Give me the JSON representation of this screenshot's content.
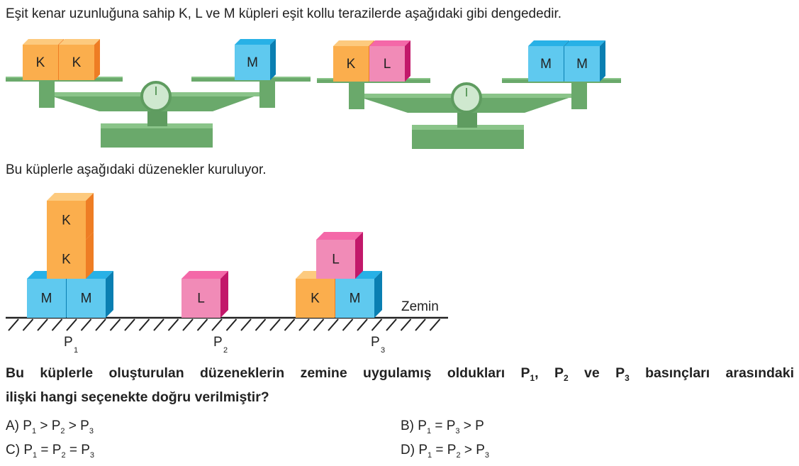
{
  "intro_text": "Eşit kenar uzunluğuna sahip K, L ve M küpleri eşit kollu terazilerde aşağıdaki gibi dengededir.",
  "setup_text": "Bu küplerle aşağıdaki düzenekler kuruluyor.",
  "colors": {
    "K": {
      "front": "#fbae4d",
      "top": "#fdca7e",
      "side": "#ee7d24"
    },
    "L": {
      "front": "#f18bb7",
      "top": "#f468a8",
      "side": "#c2186a"
    },
    "M": {
      "front": "#5fc9ef",
      "top": "#28b1e6",
      "side": "#0a7fb2"
    },
    "scale": "#6aa96b",
    "scale_light": "#8ac489"
  },
  "cube_letters": {
    "K": "K",
    "L": "L",
    "M": "M"
  },
  "scale1": {
    "left": [
      "K",
      "K"
    ],
    "right": [
      "M"
    ]
  },
  "scale2": {
    "left": [
      "K",
      "L"
    ],
    "right": [
      "M",
      "M"
    ]
  },
  "ground_label": "Zemin",
  "points": [
    {
      "main": "P",
      "sub": "1"
    },
    {
      "main": "P",
      "sub": "2"
    },
    {
      "main": "P",
      "sub": "3"
    }
  ],
  "question": {
    "p1": "Bu küplerle oluşturulan düzeneklerin zemine uygulamış oldukları P",
    "s1": "1",
    "p2": ", P",
    "s2": "2",
    "p3": " ve P",
    "s3": "3",
    "p4": " basınçları arasındaki",
    "line2": "ilişki hangi seçenekte doğru verilmiştir?"
  },
  "options": {
    "A": {
      "letter": "A)",
      "a": " P",
      "sa": "1",
      "b": " > P",
      "sb": "2",
      "c": " > P",
      "sc": "3"
    },
    "B": {
      "letter": "B)",
      "a": " P",
      "sa": "1",
      "b": " = P",
      "sb": "3",
      "c": " > P",
      "sc": ""
    },
    "C": {
      "letter": "C)",
      "a": " P",
      "sa": "1",
      "b": " = P",
      "sb": "2",
      "c": " = P",
      "sc": "3"
    },
    "D": {
      "letter": "D)",
      "a": " P",
      "sa": "1",
      "b": " = P",
      "sb": "2",
      "c": " > P",
      "sc": "3"
    }
  }
}
